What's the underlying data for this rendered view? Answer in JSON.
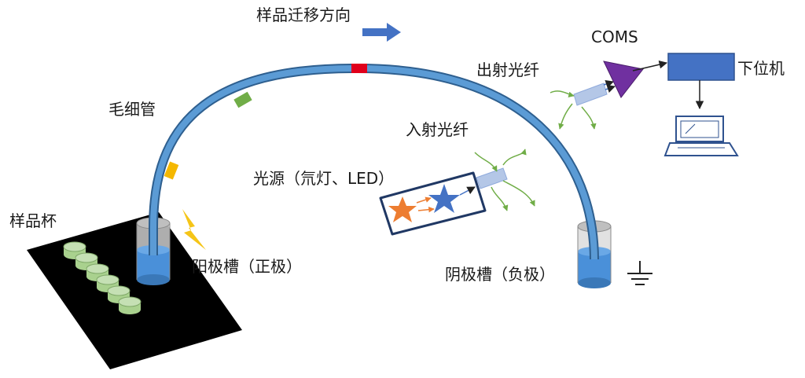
{
  "labels": {
    "migration": "样品迁移方向",
    "capillary": "毛细管",
    "sample_cup": "样品杯",
    "anode": "阳极槽（正极）",
    "cathode": "阴极槽（负极）",
    "light_source": "光源（氘灯、LED）",
    "input_fiber": "入射光纤",
    "output_fiber": "出射光纤",
    "detector": "COMS",
    "host": "下位机"
  },
  "colors": {
    "capillary": "#5b9bd5",
    "capillary_edge": "#2e5f8f",
    "arrow_blue": "#4472c4",
    "band_red": "#e0001b",
    "band_green": "#70ad47",
    "band_yellow": "#f5b800",
    "lightning": "#f5c518",
    "sample_green": "#a9d18e",
    "detector_purple": "#7030a0",
    "star_orange": "#ed7d31",
    "star_blue": "#4472c4",
    "fiber_green": "#70ad47"
  },
  "icons": [
    "lightning-icon",
    "laptop-icon",
    "ground-icon",
    "star-icon",
    "triangle-detector-icon"
  ]
}
